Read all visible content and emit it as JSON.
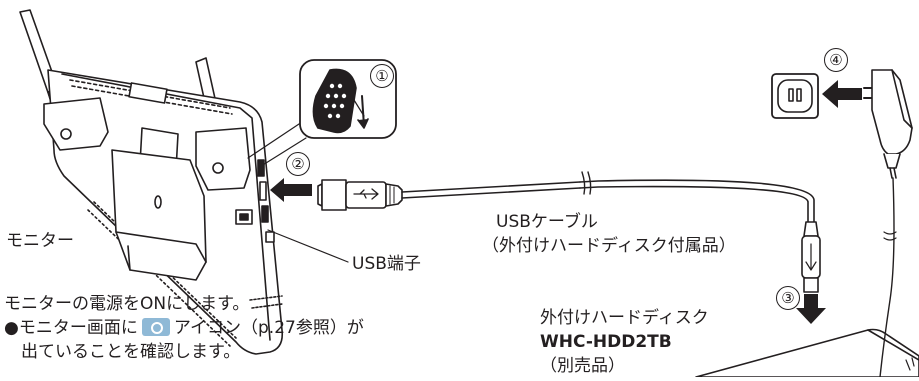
{
  "labels": {
    "monitor": "モニター",
    "usb_port": "USB端子",
    "usb_cable_line1": "USBケーブル",
    "usb_cable_line2": "（外付けハードディスク付属品）",
    "hdd_line1": "外付けハードディスク",
    "hdd_model": "WHC-HDD2TB",
    "hdd_line3": "（別売品）"
  },
  "steps": [
    "①",
    "②",
    "③",
    "④"
  ],
  "instructions": {
    "title": "モニターの電源をONにします。",
    "line1_before": "●モニター画面に",
    "line1_after": "アイコン（p.27参照）が",
    "line2": "出ていることを確認します。"
  },
  "icons": [
    "monitor-record-icon"
  ],
  "colors": {
    "ink": "#231f20",
    "icon_blue": "#8fb9d6"
  }
}
